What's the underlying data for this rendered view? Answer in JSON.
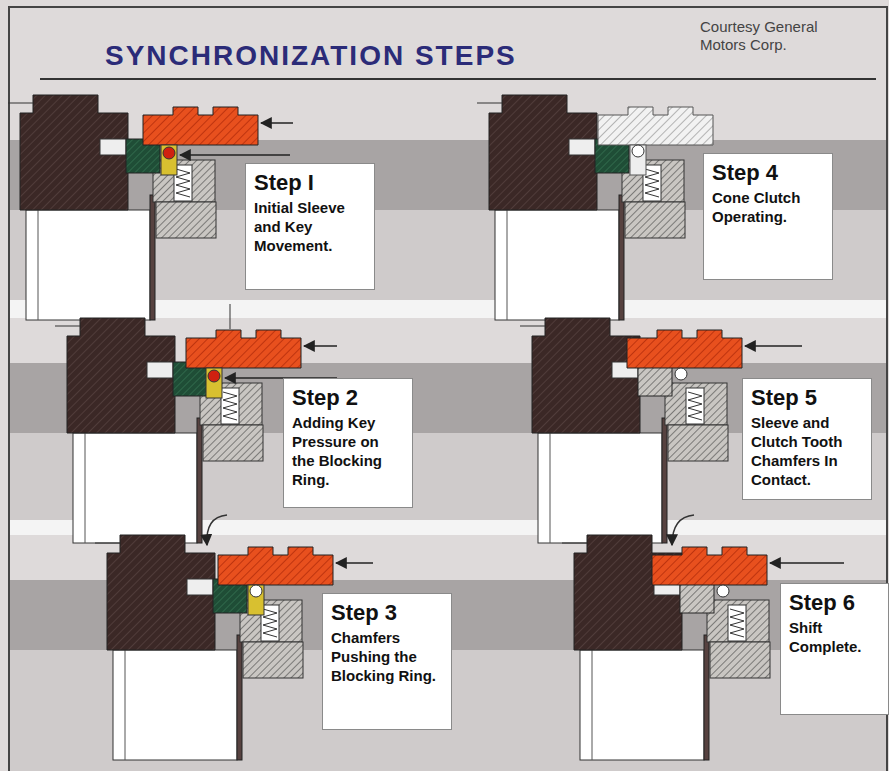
{
  "diagram": {
    "title": "SYNCHRONIZATION STEPS",
    "nodes": [
      {
        "text": [
          "Step I",
          "Initial Sleeve and Key Movement."
        ]
      },
      {
        "text": [
          "Step 4",
          "Cone Clutch Operating."
        ]
      },
      {
        "text": [
          "Step 2",
          "Adding Key Pressure on the Blocking Ring."
        ]
      },
      {
        "text": [
          "Step 5",
          "Sleeve and Clutch Tooth Chamfers In Contact."
        ]
      },
      {
        "text": [
          "Step 3",
          "Chamfers Pushing the Blocking Ring."
        ]
      },
      {
        "text": [
          "Step 6",
          "Shift Complete."
        ]
      }
    ],
    "labels": [
      "Courtesy General Motors Corp."
    ]
  }
}
